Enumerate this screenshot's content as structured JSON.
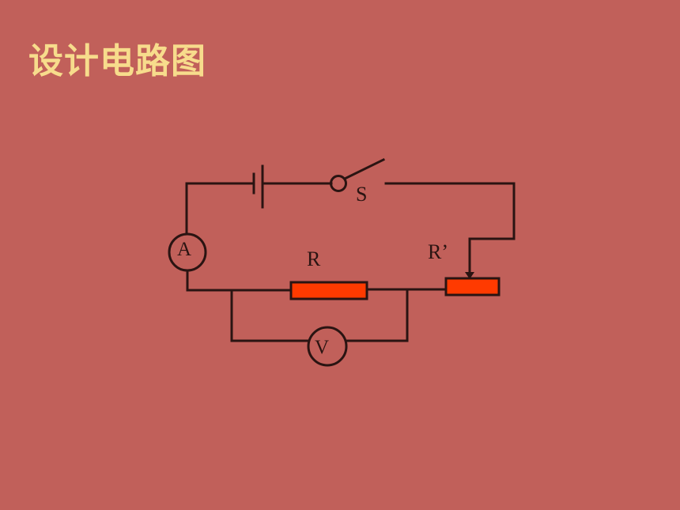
{
  "slide": {
    "title": "设计电路图",
    "colors": {
      "background": "#c1605a",
      "title": "#f7dc8c",
      "wire": "#2a1412",
      "resistor_fill": "#ff3a00"
    }
  },
  "circuit": {
    "switch_label": "S",
    "ammeter_label": "A",
    "voltmeter_label": "V",
    "resistor_label": "R",
    "rheostat_label": "R’"
  }
}
